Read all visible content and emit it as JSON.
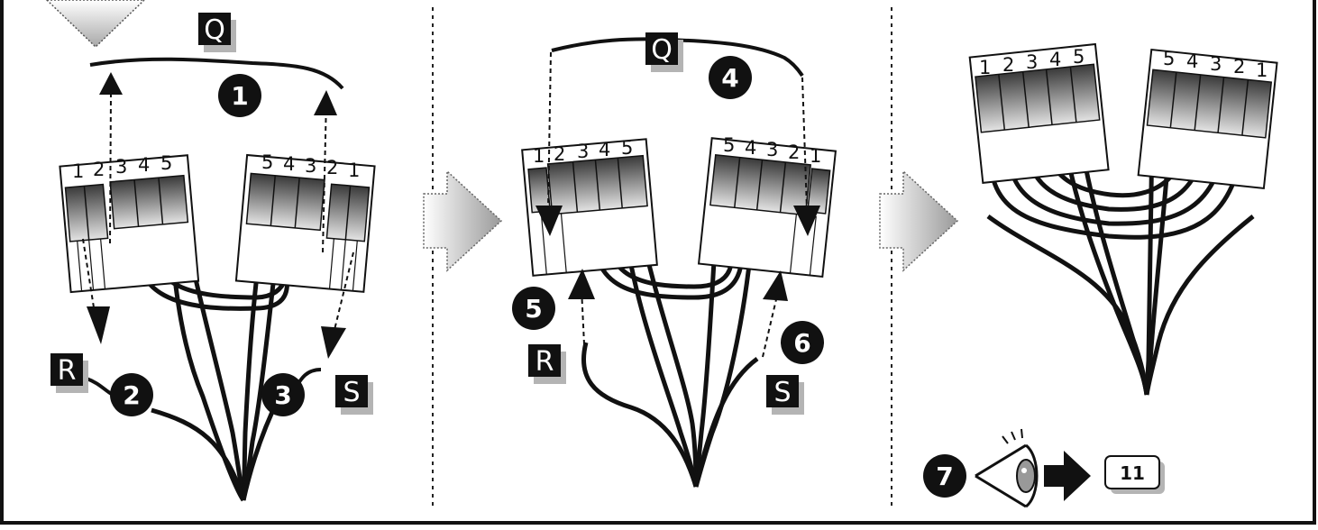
{
  "page_ref": "11",
  "panels": [
    {
      "letter_labels": [
        "Q",
        "R",
        "S"
      ],
      "step_numbers": [
        "1",
        "2",
        "3"
      ],
      "left_connector_pins": [
        "1",
        "2",
        "3",
        "4",
        "5"
      ],
      "right_connector_pins": [
        "5",
        "4",
        "3",
        "2",
        "1"
      ]
    },
    {
      "letter_labels": [
        "Q",
        "R",
        "S"
      ],
      "step_numbers": [
        "4",
        "5",
        "6"
      ],
      "left_connector_pins": [
        "1",
        "2",
        "3",
        "4",
        "5"
      ],
      "right_connector_pins": [
        "5",
        "4",
        "3",
        "2",
        "1"
      ]
    },
    {
      "step_numbers": [
        "7"
      ],
      "left_connector_pins": [
        "1",
        "2",
        "3",
        "4",
        "5"
      ],
      "right_connector_pins": [
        "5",
        "4",
        "3",
        "2",
        "1"
      ],
      "icons": [
        "eye-icon",
        "arrow-right-icon"
      ]
    }
  ]
}
